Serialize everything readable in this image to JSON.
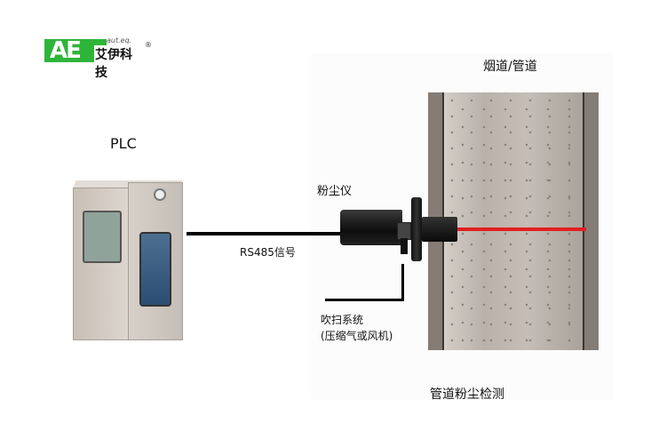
{
  "logo": {
    "mark": "AE",
    "subtext": "aut.eq.",
    "company_cn": "艾伊科技",
    "registered": "®",
    "brand_color": "#2fb43a"
  },
  "diagram": {
    "plc": {
      "label": "PLC"
    },
    "connection": {
      "label": "RS485信号"
    },
    "instrument": {
      "label": "粉尘仪"
    },
    "duct": {
      "label": "烟道/管道"
    },
    "purge": {
      "line1": "吹扫系统",
      "line2": "(压缩气或风机)"
    },
    "caption": "管道粉尘检测",
    "colors": {
      "laser": "#e02020",
      "duct_wall": "#857c75",
      "cable": "#000000"
    }
  }
}
